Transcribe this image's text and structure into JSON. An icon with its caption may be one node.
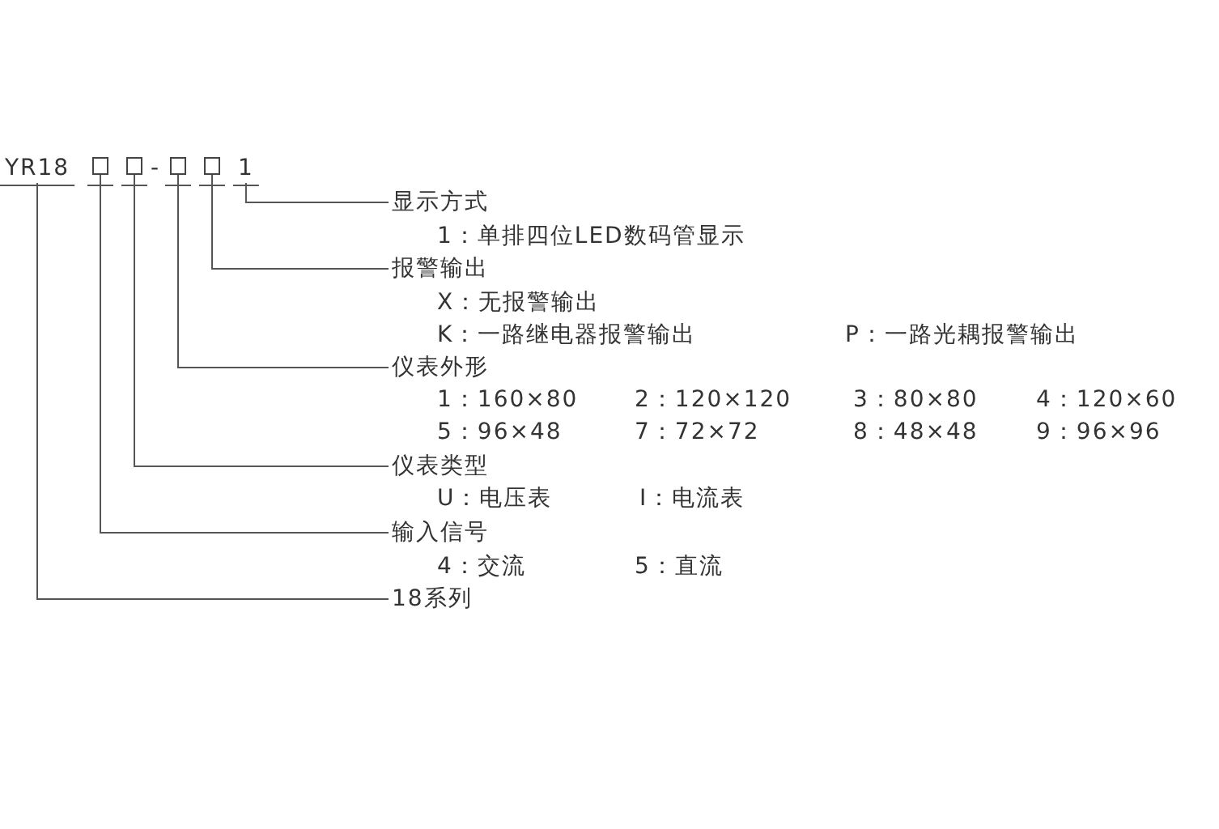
{
  "diagram": {
    "nodes": [
      {
        "text": [
          "YR18"
        ]
      },
      {
        "text": [],
        "shape": "box"
      },
      {
        "text": [],
        "shape": "box"
      },
      {
        "text": [],
        "shape": "box"
      },
      {
        "text": [],
        "shape": "box"
      },
      {
        "text": [
          "1"
        ]
      },
      {
        "text": [
          "显示方式"
        ]
      },
      {
        "text": [
          "报警输出"
        ]
      },
      {
        "text": [
          "仪表外形"
        ]
      },
      {
        "text": [
          "仪表类型"
        ]
      },
      {
        "text": [
          "输入信号"
        ]
      },
      {
        "text": [
          "18系列"
        ]
      }
    ],
    "edges": [
      {
        "from": 5,
        "to": 6,
        "arrow": "none"
      },
      {
        "from": 4,
        "to": 7,
        "arrow": "none"
      },
      {
        "from": 3,
        "to": 8,
        "arrow": "none"
      },
      {
        "from": 2,
        "to": 9,
        "arrow": "none"
      },
      {
        "from": 1,
        "to": 10,
        "arrow": "none"
      },
      {
        "from": 0,
        "to": 11,
        "arrow": "none"
      }
    ],
    "labels": [
      "-",
      "1：单排四位LED数码管显示",
      "X：无报警输出",
      "K：一路继电器报警输出",
      "P：一路光耦报警输出",
      "1：160×80",
      "2：120×120",
      "3：80×80",
      "4：120×60",
      "5：96×48",
      "7：72×72",
      "8：48×48",
      "9：96×96",
      "U：电压表",
      "I：电流表",
      "4：交流",
      "5：直流"
    ]
  }
}
